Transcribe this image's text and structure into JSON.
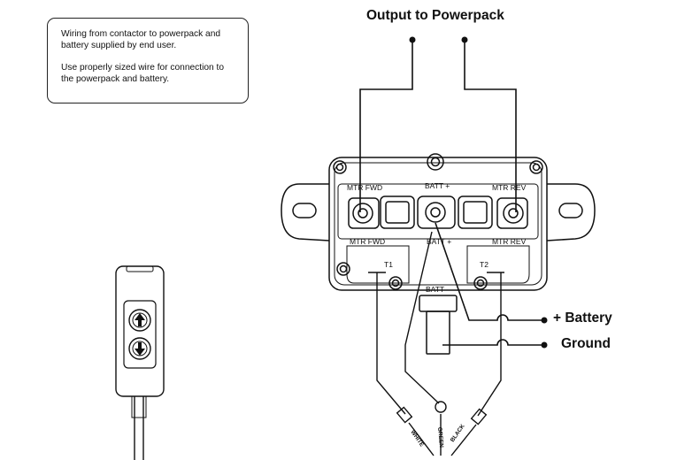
{
  "note": {
    "line1": "Wiring from contactor to powerpack and battery supplied by end user.",
    "line2": "Use properly sized wire for connection to the powerpack and battery."
  },
  "output_label": "Output to Powerpack",
  "battery_label": "+ Battery",
  "ground_label": "Ground",
  "contactor": {
    "mtr_fwd_top": "MTR FWD",
    "batt_plus_top": "BATT +",
    "mtr_rev_top": "MTR REV",
    "mtr_fwd_bottom": "MTR FWD",
    "batt_plus_bottom": "BATT +",
    "mtr_rev_bottom": "MTR REV",
    "t1": "T1",
    "t2": "T2",
    "batt_minus": "BATT -"
  },
  "wires": {
    "white": "WHITE",
    "green": "GREEN",
    "black": "BLACK"
  },
  "icons": {
    "remote_up": "up-arrow-icon",
    "remote_down": "down-arrow-icon"
  }
}
